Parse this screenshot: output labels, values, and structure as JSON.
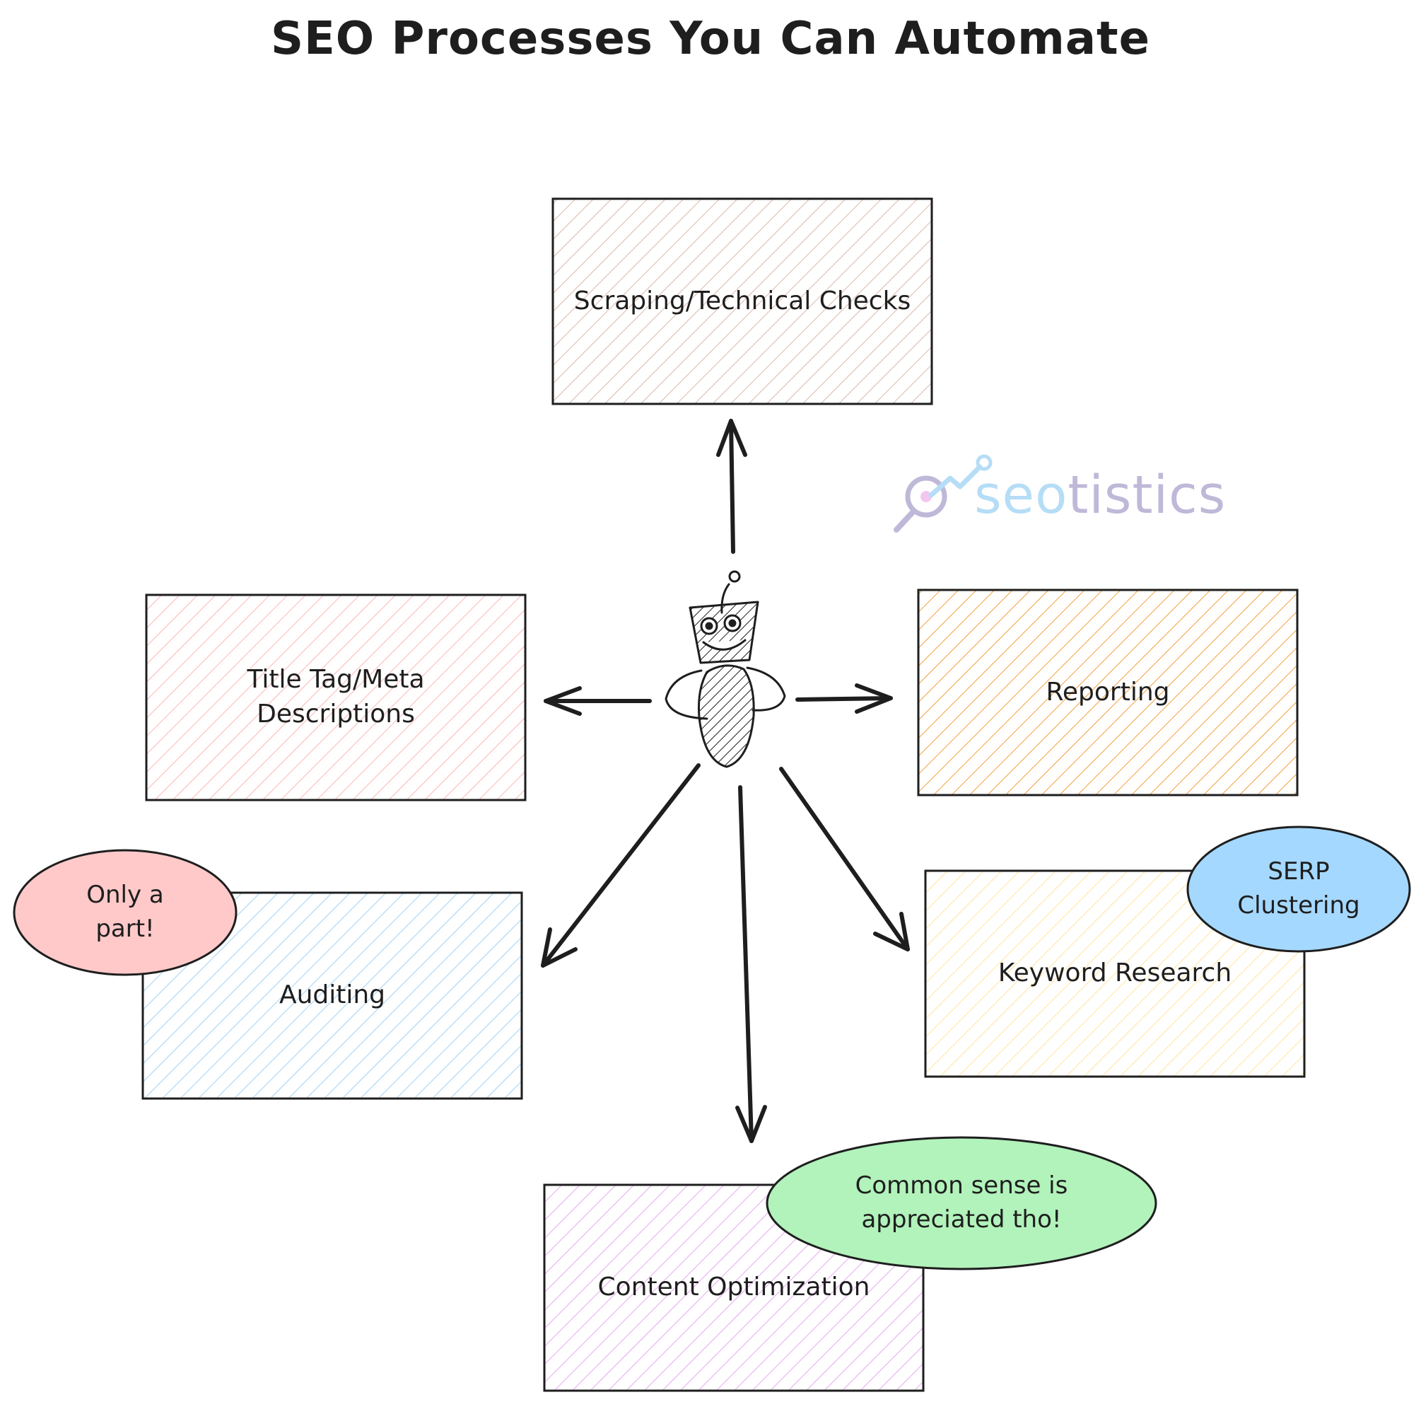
{
  "title": "SEO Processes You Can Automate",
  "brand": {
    "part1": "seo",
    "part2": "tistics"
  },
  "boxes": {
    "scraping": {
      "label": "Scraping/Technical Checks",
      "color": "#d8b8aa"
    },
    "title_tag": {
      "label": "Title Tag/Meta Descriptions",
      "color": "#ffb5b5"
    },
    "reporting": {
      "label": "Reporting",
      "color": "#f59e3b"
    },
    "auditing": {
      "label": "Auditing",
      "color": "#9fd3f5"
    },
    "keyword": {
      "label": "Keyword Research",
      "color": "#ffe49a"
    },
    "content": {
      "label": "Content Optimization",
      "color": "#e5a8f0"
    }
  },
  "bubbles": {
    "only_part": {
      "label": "Only a part!",
      "color": "#ffc9c9"
    },
    "serp": {
      "label": "SERP Clustering",
      "color": "#a5d8ff"
    },
    "common_sense": {
      "label": "Common sense is appreciated tho!",
      "color": "#b2f2bb"
    }
  },
  "icons": {
    "center": "robot-icon",
    "logo": "magnifier-chart-icon"
  }
}
